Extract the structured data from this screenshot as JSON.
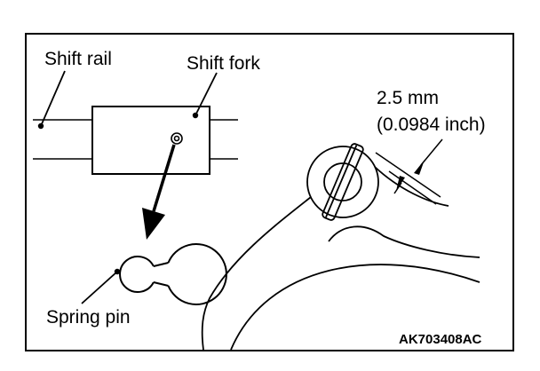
{
  "labels": {
    "shift_rail": "Shift rail",
    "shift_fork": "Shift fork",
    "spring_pin": "Spring pin",
    "dimension_mm": "2.5 mm",
    "dimension_inch": "(0.0984 inch)"
  },
  "figure_code": "AK703408AC",
  "colors": {
    "line": "#000000",
    "background": "#ffffff"
  }
}
